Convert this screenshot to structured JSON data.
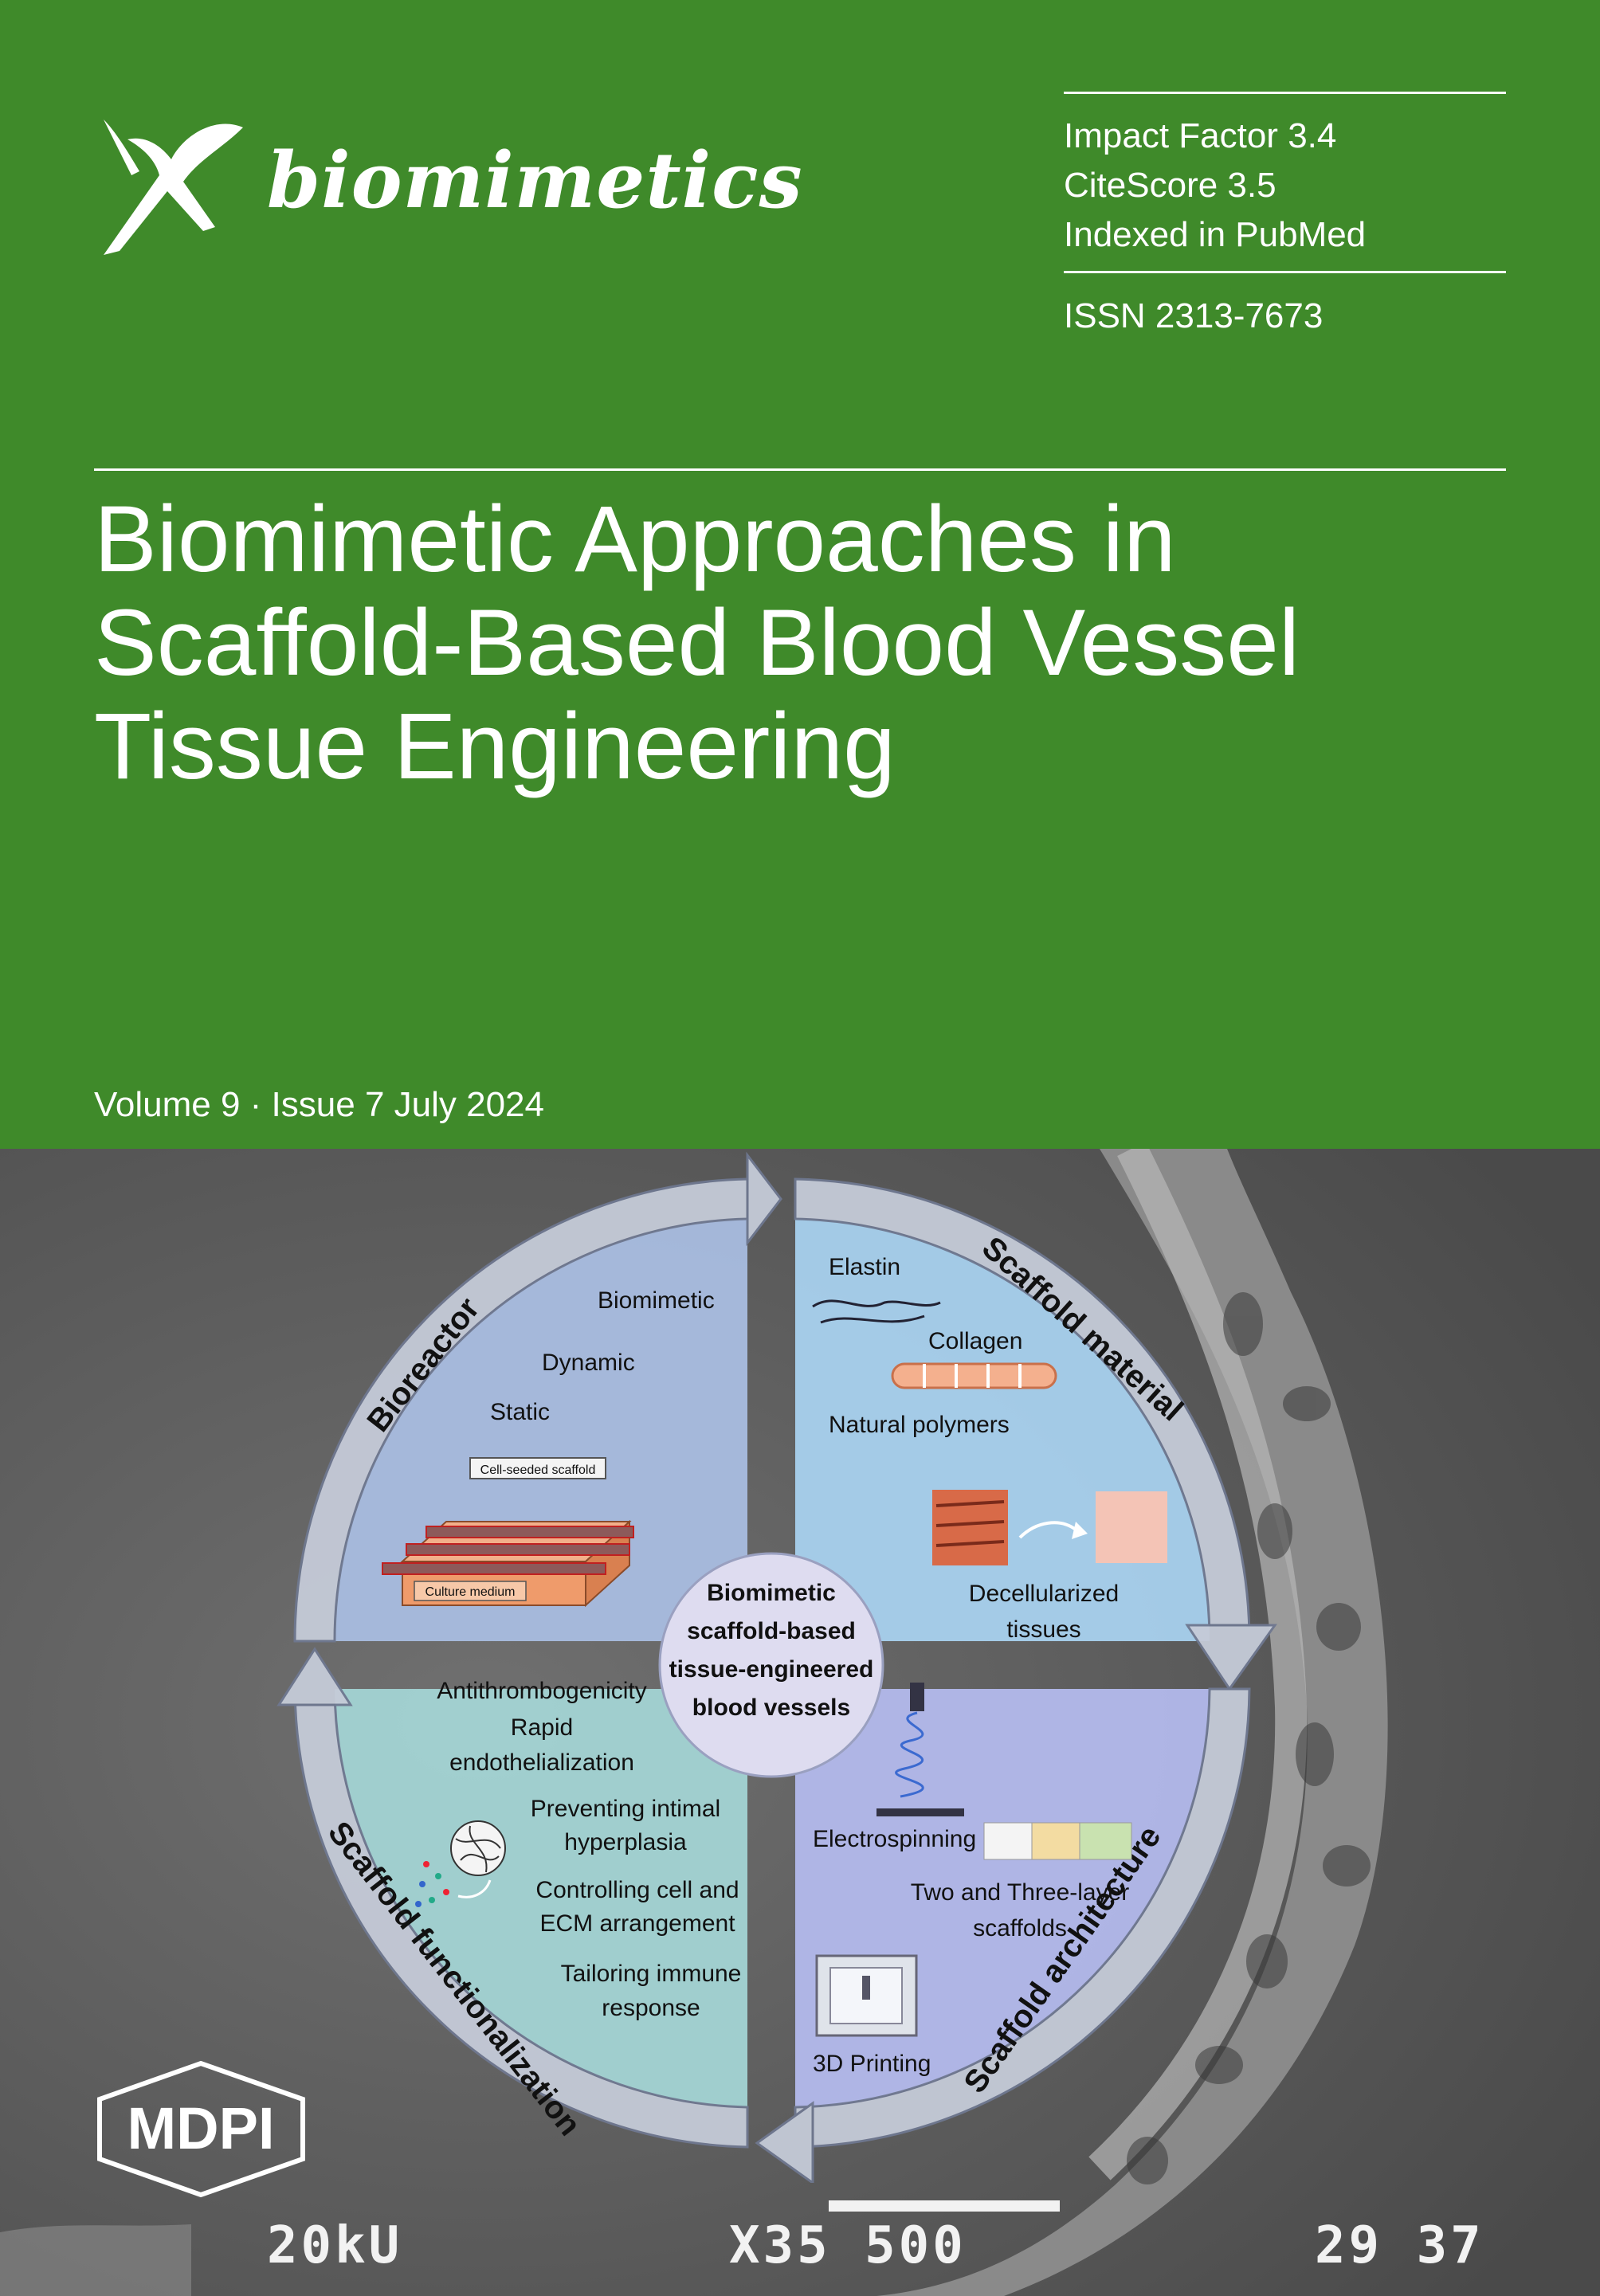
{
  "journal": {
    "name": "biomimetics"
  },
  "metrics": {
    "impact_factor": "Impact Factor 3.4",
    "citescore": "CiteScore 3.5",
    "indexed": "Indexed in PubMed",
    "issn": "ISSN 2313-7673"
  },
  "article": {
    "title_line1": "Biomimetic Approaches in",
    "title_line2": "Scaffold-Based Blood Vessel",
    "title_line3": "Tissue Engineering"
  },
  "issue": {
    "text": "Volume 9 · Issue 7 July 2024"
  },
  "figure": {
    "center": [
      "Biomimetic",
      "scaffold-based",
      "tissue-engineered",
      "blood vessels"
    ],
    "bioreactor": {
      "label": "Bioreactor",
      "items": [
        "Biomimetic",
        "Dynamic",
        "Static"
      ],
      "cell_seeded": "Cell-seeded scaffold",
      "culture_medium": "Culture medium"
    },
    "material": {
      "label": "Scaffold material",
      "items": [
        "Elastin",
        "Collagen",
        "Natural polymers"
      ],
      "decell_1": "Decellularized",
      "decell_2": "tissues"
    },
    "architecture": {
      "label": "Scaffold architecture",
      "electrospinning": "Electrospinning",
      "layers_1": "Two and Three-layer",
      "layers_2": "scaffolds",
      "printing": "3D Printing"
    },
    "functionalization": {
      "label": "Scaffold functionalization",
      "items": [
        [
          "Antithrombogenicity"
        ],
        [
          "Rapid",
          "endothelialization"
        ],
        [
          "Preventing intimal",
          "hyperplasia"
        ],
        [
          "Controlling cell and",
          "ECM arrangement"
        ],
        [
          "Tailoring immune",
          "response"
        ]
      ]
    },
    "quadrant_colors": {
      "bioreactor": "#a9bde0",
      "material": "#a8d1ee",
      "architecture": "#b3b9ec",
      "functionalization": "#a3d4d4"
    }
  },
  "sem": {
    "left": "20kU",
    "middle": "X35 500",
    "right": "29 37"
  },
  "publisher": {
    "name": "MDPI"
  },
  "colors": {
    "green": "#3f8a2a"
  }
}
